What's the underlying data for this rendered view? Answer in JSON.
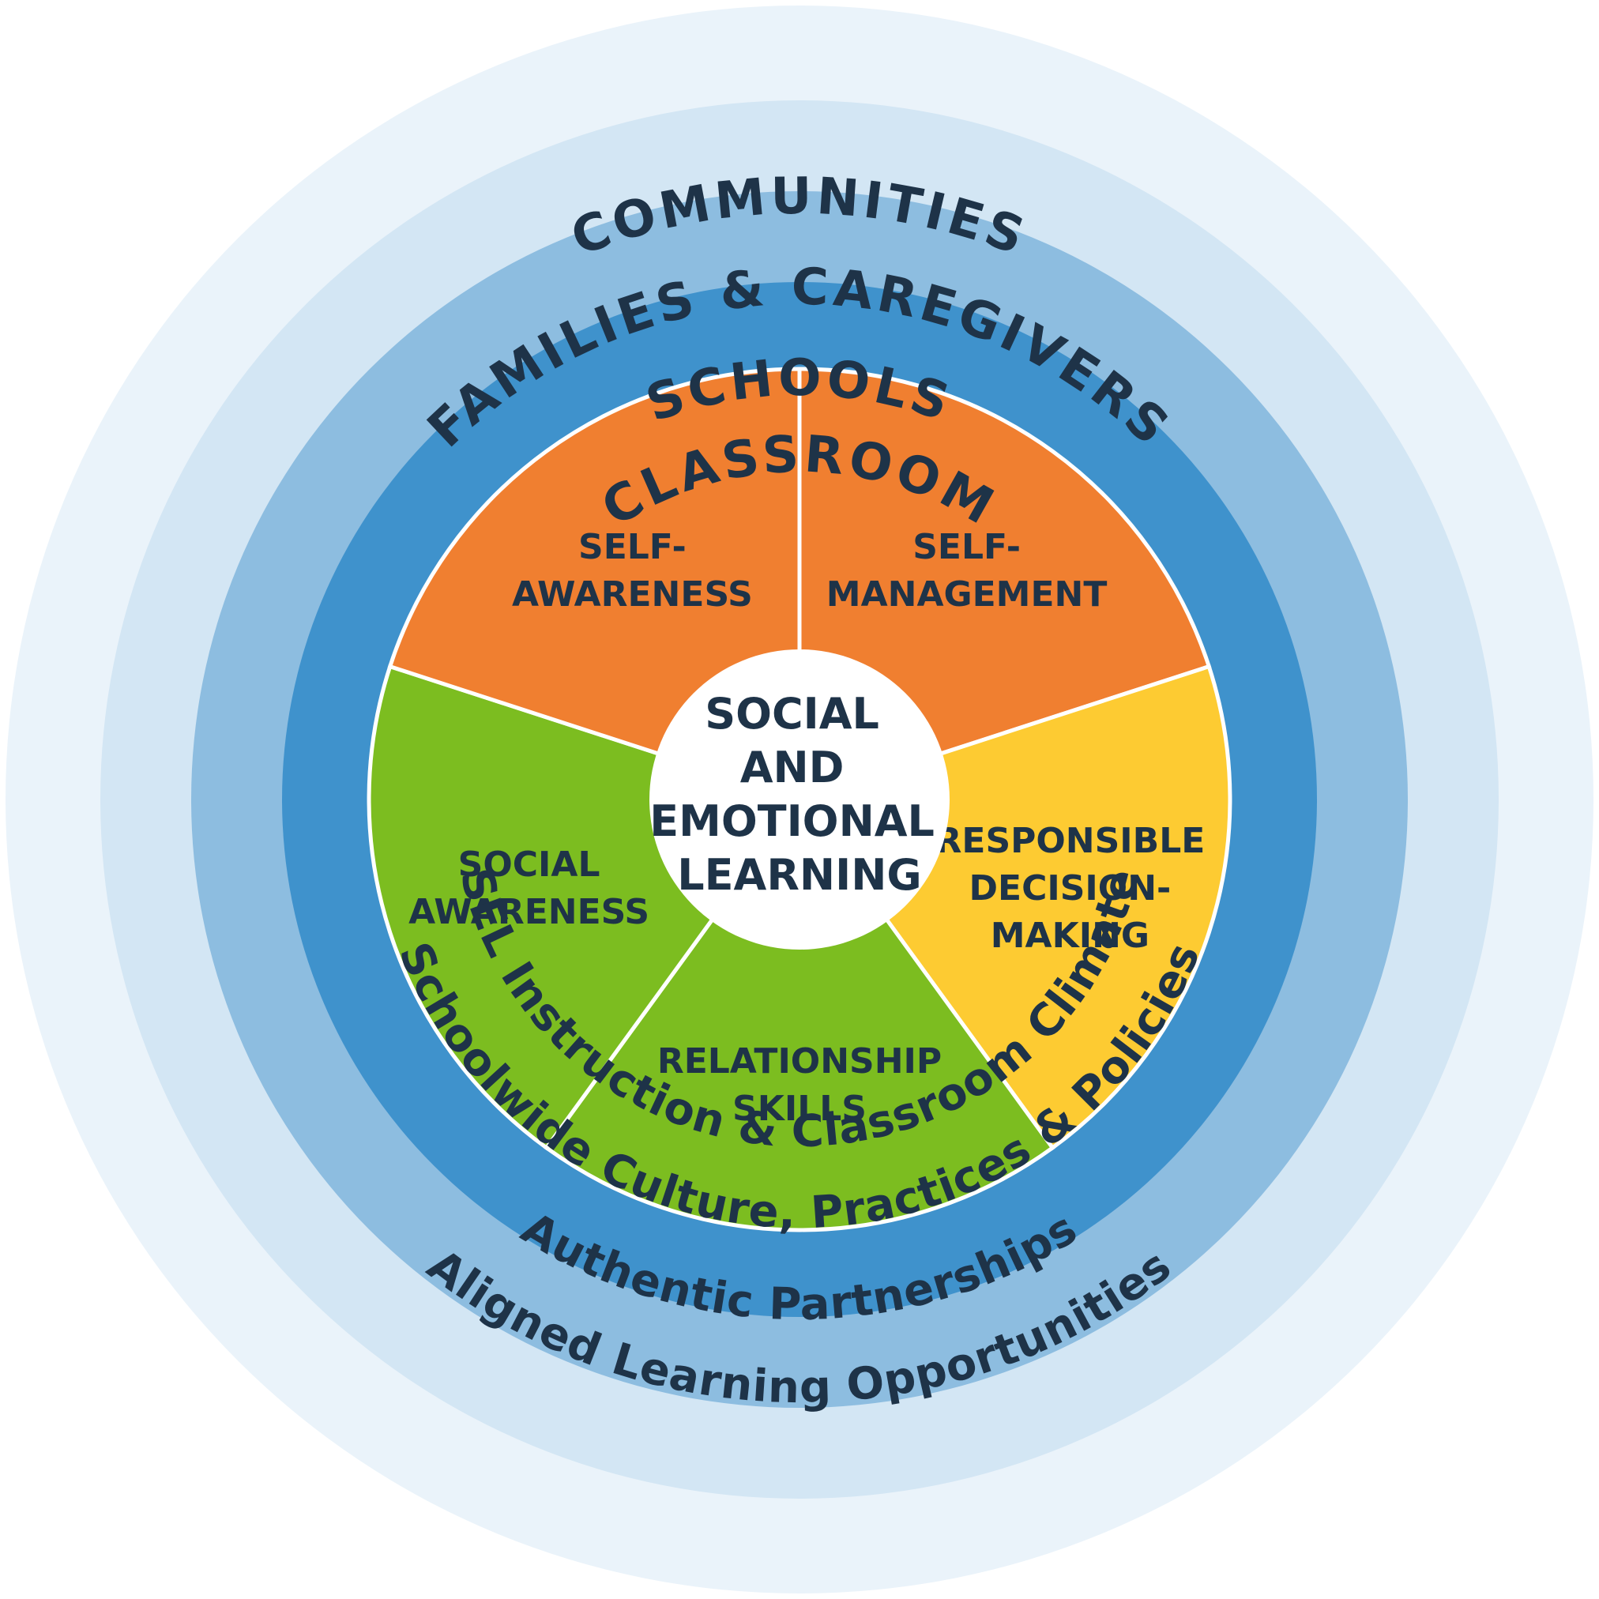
{
  "colors": {
    "ring_communities": "#eaf3fa",
    "ring_families": "#d3e6f4",
    "ring_schools": "#8dbde0",
    "ring_classroom": "#3f92cc",
    "orange": "#f07f30",
    "yellow": "#fdcb32",
    "green": "#7cbd20",
    "center": "#ffffff",
    "text": "#1e3348"
  },
  "rings": {
    "communities": {
      "title": "COMMUNITIES",
      "subtitle": "Aligned Learning Opportunities"
    },
    "families": {
      "title": "FAMILIES & CAREGIVERS",
      "subtitle": "Authentic Partnerships"
    },
    "schools": {
      "title": "SCHOOLS",
      "subtitle": "Schoolwide Culture, Practices & Policies"
    },
    "classroom": {
      "title": "CLASSROOM",
      "subtitle": "SEL Instruction & Classroom Climate"
    }
  },
  "segments": [
    {
      "key": "self_management",
      "lines": [
        "SELF-",
        "MANAGEMENT"
      ],
      "color": "orange"
    },
    {
      "key": "responsible_decision_making",
      "lines": [
        "RESPONSIBLE",
        "DECISION-",
        "MAKING"
      ],
      "color": "yellow"
    },
    {
      "key": "relationship_skills",
      "lines": [
        "RELATIONSHIP",
        "SKILLS"
      ],
      "color": "green"
    },
    {
      "key": "social_awareness",
      "lines": [
        "SOCIAL",
        "AWARENESS"
      ],
      "color": "green"
    },
    {
      "key": "self_awareness",
      "lines": [
        "SELF-",
        "AWARENESS"
      ],
      "color": "orange"
    }
  ],
  "center": {
    "lines": [
      "SOCIAL",
      "AND",
      "EMOTIONAL",
      "LEARNING"
    ]
  }
}
